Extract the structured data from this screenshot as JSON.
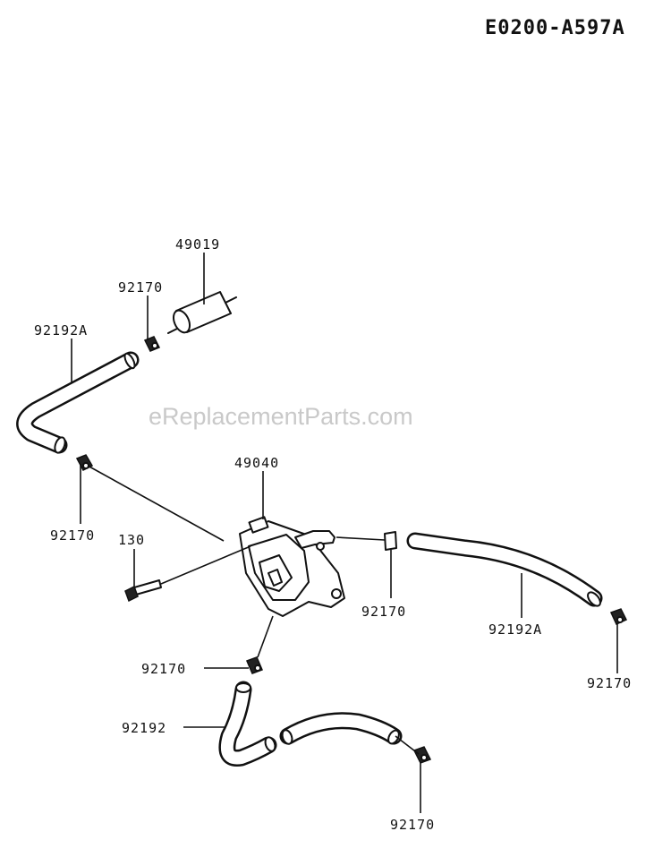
{
  "diagram_code": "E0200-A597A",
  "watermark": "eReplacementParts.com",
  "labels": {
    "filter": "49019",
    "clamp_top": "92170",
    "hose_left": "92192A",
    "clamp_left": "92170",
    "pump": "49040",
    "bolt": "130",
    "clamp_pump_outlet": "92170",
    "hose_right": "92192A",
    "clamp_right": "92170",
    "clamp_lower": "92170",
    "hose_bottom": "92192",
    "clamp_bottom": "92170"
  }
}
